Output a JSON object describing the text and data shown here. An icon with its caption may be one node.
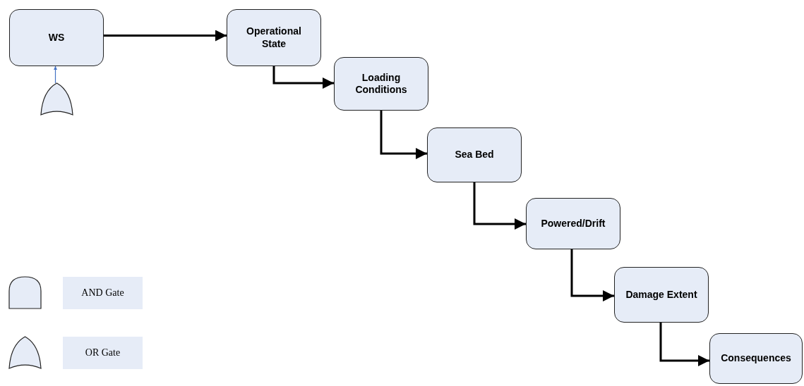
{
  "diagram": {
    "nodes": [
      {
        "text": [
          "WS"
        ]
      },
      {
        "text": [
          "Operational State"
        ]
      },
      {
        "text": [
          "Loading Conditions"
        ]
      },
      {
        "text": [
          "Sea Bed"
        ]
      },
      {
        "text": [
          "Powered/Drift"
        ]
      },
      {
        "text": [
          "Damage Extent"
        ]
      },
      {
        "text": [
          "Consequences"
        ]
      },
      {
        "text": [],
        "shape": "or-gate"
      }
    ],
    "edges": [
      {
        "from": 0,
        "to": 1,
        "arrow": "to"
      },
      {
        "from": 1,
        "to": 2,
        "arrow": "to"
      },
      {
        "from": 2,
        "to": 3,
        "arrow": "to"
      },
      {
        "from": 3,
        "to": 4,
        "arrow": "to"
      },
      {
        "from": 4,
        "to": 5,
        "arrow": "to"
      },
      {
        "from": 5,
        "to": 6,
        "arrow": "to"
      },
      {
        "from": 7,
        "to": 0,
        "arrow": "to",
        "color": "#4472c4"
      }
    ],
    "legend": [
      {
        "text": "AND Gate"
      },
      {
        "text": "OR Gate"
      }
    ]
  }
}
